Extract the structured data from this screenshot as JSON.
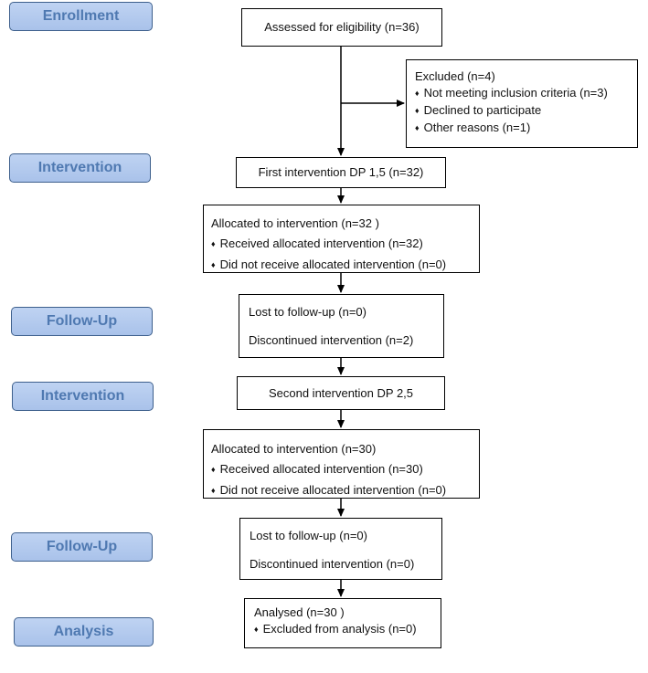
{
  "stages": [
    "Enrollment",
    "Intervention",
    "Follow-Up",
    "Intervention",
    "Follow-Up",
    "Analysis"
  ],
  "boxes": {
    "assessed": "Assessed for eligibility (n=36)",
    "excluded": {
      "title": "Excluded  (n=4)",
      "items": [
        "Not meeting inclusion criteria (n=3)",
        "Declined to participate",
        "Other reasons (n=1)"
      ]
    },
    "first_intervention": "First intervention DP 1,5 (n=32)",
    "allocated1": {
      "title": "Allocated to intervention (n=32 )",
      "items": [
        "Received allocated intervention (n=32)",
        "Did not receive allocated intervention (n=0)"
      ]
    },
    "followup1": {
      "lost": "Lost to follow-up (n=0)",
      "discontinued": "Discontinued intervention (n=2)"
    },
    "second_intervention": "Second intervention DP 2,5",
    "allocated2": {
      "title": "Allocated to intervention (n=30)",
      "items": [
        "Received allocated intervention (n=30)",
        "Did not receive allocated intervention (n=0)"
      ]
    },
    "followup2": {
      "lost": "Lost to follow-up (n=0)",
      "discontinued": "Discontinued intervention (n=0)"
    },
    "analysed": {
      "title": "Analysed  (n=30 )",
      "items": [
        "Excluded from analysis (n=0)"
      ]
    }
  }
}
